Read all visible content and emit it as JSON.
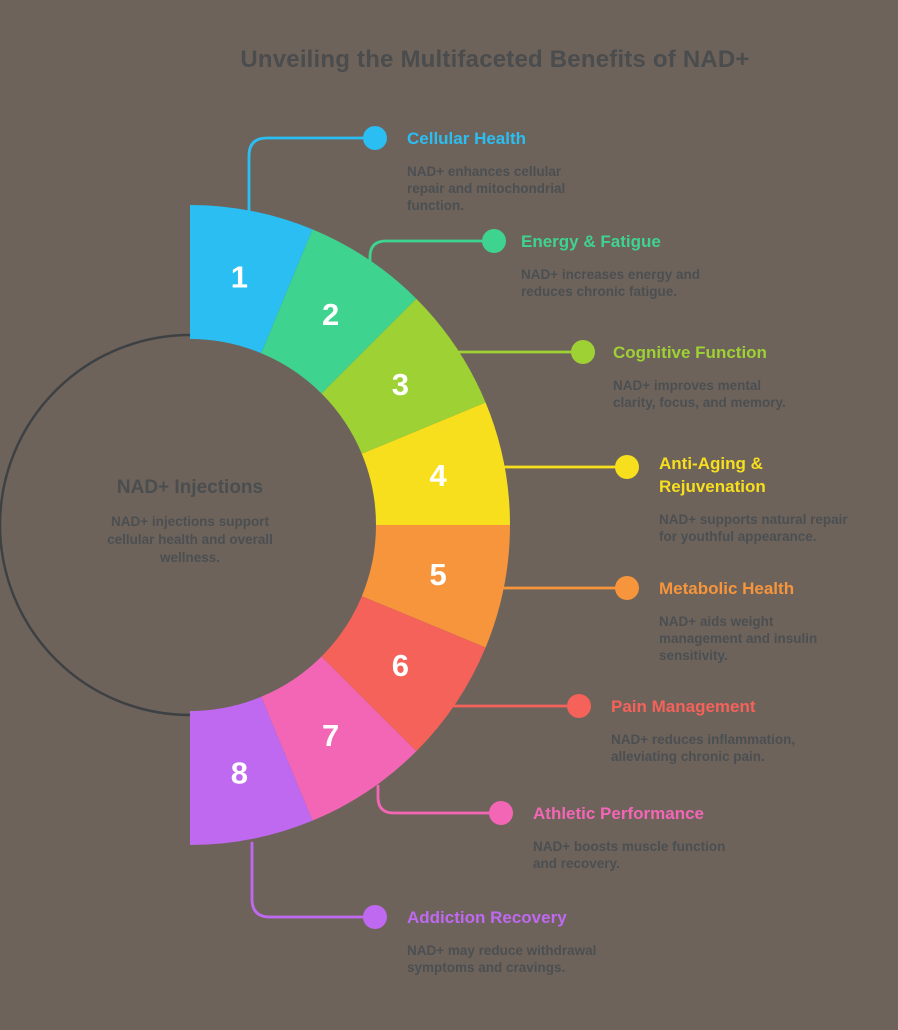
{
  "background_color": "#6e635b",
  "title": "Unveiling the Multifaceted Benefits of NAD+",
  "title_color": "#4a4c4e",
  "body_text_color": "#4b4f52",
  "center": {
    "title": "NAD+ Injections",
    "description_lines": [
      "NAD+ injections support",
      "cellular health and overall",
      "wellness."
    ]
  },
  "items": [
    {
      "number": "1",
      "title": "Cellular Health",
      "color": "#2bbef2",
      "description_lines": [
        "NAD+ enhances cellular",
        "repair and mitochondrial",
        "function."
      ]
    },
    {
      "number": "2",
      "title": "Energy & Fatigue",
      "color": "#3ed38e",
      "description_lines": [
        "NAD+ increases energy and",
        "reduces chronic fatigue."
      ]
    },
    {
      "number": "3",
      "title": "Cognitive Function",
      "color": "#9ed133",
      "description_lines": [
        "NAD+ improves mental",
        "clarity, focus, and memory."
      ]
    },
    {
      "number": "4",
      "title": [
        "Anti-Aging &",
        "Rejuvenation"
      ],
      "color": "#f7df1e",
      "description_lines": [
        "NAD+ supports natural repair",
        "for youthful appearance."
      ]
    },
    {
      "number": "5",
      "title": "Metabolic Health",
      "color": "#f6953b",
      "description_lines": [
        "NAD+ aids weight",
        "management and insulin",
        "sensitivity."
      ]
    },
    {
      "number": "6",
      "title": "Pain Management",
      "color": "#f4625a",
      "description_lines": [
        "NAD+ reduces inflammation,",
        "alleviating chronic pain."
      ]
    },
    {
      "number": "7",
      "title": "Athletic Performance",
      "color": "#f366b6",
      "description_lines": [
        "NAD+ boosts muscle function",
        "and recovery."
      ]
    },
    {
      "number": "8",
      "title": "Addiction Recovery",
      "color": "#bf69f0",
      "description_lines": [
        "NAD+ may reduce withdrawal",
        "symptoms and cravings."
      ]
    }
  ]
}
